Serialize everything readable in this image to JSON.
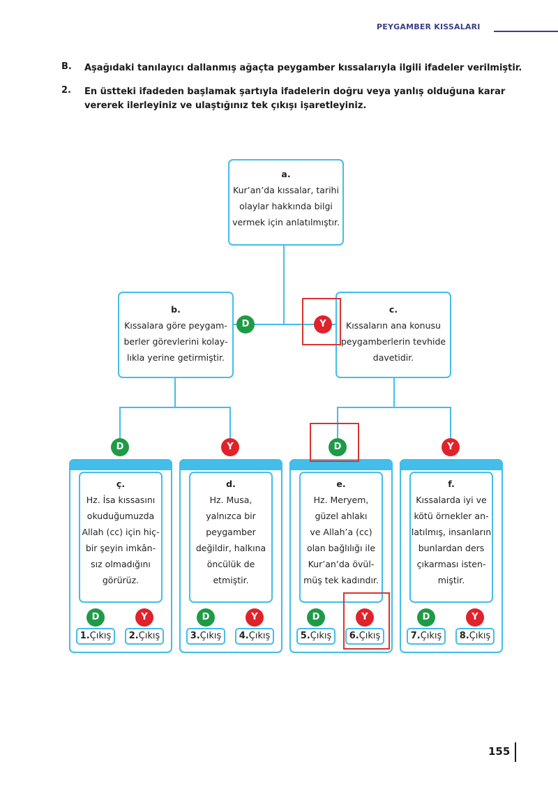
{
  "header": {
    "title": "PEYGAMBER KISSALARI"
  },
  "instructions": [
    {
      "number": "B.",
      "text": "Aşağıdaki tanılayıcı dallanmış ağaçta peygamber kıssalarıyla ilgili ifadeler verilmiştir."
    },
    {
      "number": "2.",
      "text": "En üstteki ifadeden başlamak şartıyla ifadelerin doğru veya yanlış olduğuna karar vererek ilerleyiniz ve ulaştığınız tek çıkışı işaretleyiniz."
    }
  ],
  "tree": {
    "a": {
      "label": "a.",
      "lines": [
        "Kur’an’da kıssalar, tarihi",
        "olaylar hakkında bilgi",
        "vermek için anlatılmıştır."
      ]
    },
    "b": {
      "label": "b.",
      "lines": [
        "Kıssalara göre peygam-",
        "berler görevlerini kolay-",
        "lıkla yerine getirmiştir."
      ]
    },
    "c": {
      "label": "c.",
      "lines": [
        "Kıssaların ana konusu",
        "peygamberlerin tevhide",
        "davetidir."
      ]
    },
    "leaves": [
      {
        "label": "ç.",
        "lines": [
          "Hz. İsa kıssasını",
          "okuduğumuzda",
          "Allah (cc) için hiç-",
          "bir şeyin imkân-",
          "sız olmadığını",
          "görürüz."
        ],
        "exits": [
          {
            "num": "1.",
            "text": "Çıkış"
          },
          {
            "num": "2.",
            "text": "Çıkış"
          }
        ]
      },
      {
        "label": "d.",
        "lines": [
          "Hz. Musa,",
          "yalnızca bir",
          "peygamber",
          "değildir, halkına",
          "öncülük de",
          "etmiştir."
        ],
        "exits": [
          {
            "num": "3.",
            "text": "Çıkış"
          },
          {
            "num": "4.",
            "text": "Çıkış"
          }
        ]
      },
      {
        "label": "e.",
        "lines": [
          "Hz. Meryem,",
          "güzel ahlakı",
          "ve Allah’a (cc)",
          "olan bağlılığı ile",
          "Kur’an’da övül-",
          "müş tek kadındır."
        ],
        "exits": [
          {
            "num": "5.",
            "text": "Çıkış"
          },
          {
            "num": "6.",
            "text": "Çıkış"
          }
        ]
      },
      {
        "label": "f.",
        "lines": [
          "Kıssalarda iyi ve",
          "kötü örnekler an-",
          "latılmış, insanların",
          "bunlardan ders",
          "çıkarması isten-",
          "miştir."
        ],
        "exits": [
          {
            "num": "7.",
            "text": "Çıkış"
          },
          {
            "num": "8.",
            "text": "Çıkış"
          }
        ]
      }
    ],
    "true_mark": "D",
    "false_mark": "Y"
  },
  "colors": {
    "line": "#43bde9",
    "true": "#1f9a46",
    "false": "#e0222b",
    "highlight": "#d8342f",
    "header": "#3b3f86"
  },
  "page_number": "155"
}
